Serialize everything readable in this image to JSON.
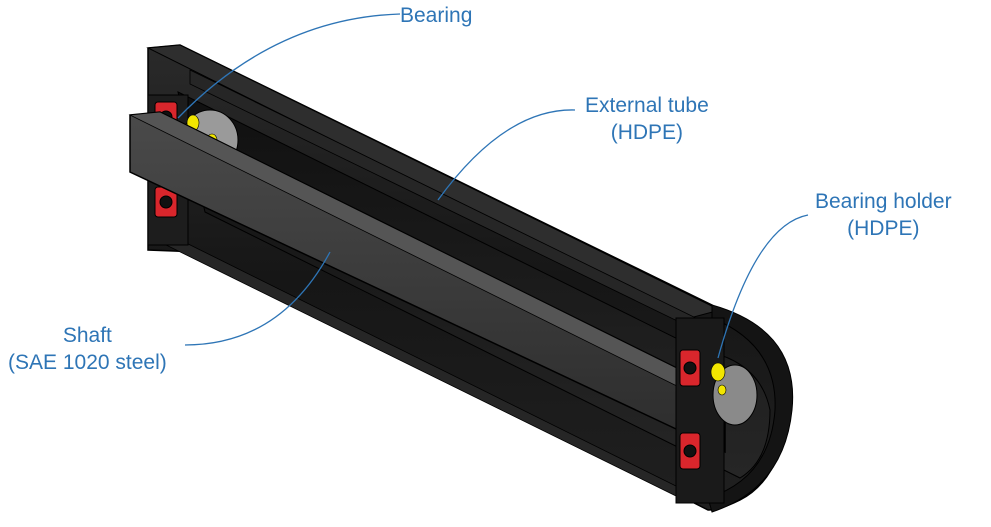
{
  "colors": {
    "label_text": "#2e75b6",
    "leader_line": "#2e75b6",
    "housing": "#1c1c1c",
    "shaft": "#3a3a3a",
    "bearing_red": "#d9262c",
    "bearing_ball": "#f2e600",
    "outline": "#000000"
  },
  "labels": {
    "bearing": "Bearing",
    "external_tube": {
      "line1": "External tube",
      "line2": "(HDPE)"
    },
    "bearing_holder": {
      "line1": "Bearing holder",
      "line2": "(HDPE)"
    },
    "shaft": {
      "line1": "Shaft",
      "line2": "(SAE 1020 steel)"
    }
  }
}
